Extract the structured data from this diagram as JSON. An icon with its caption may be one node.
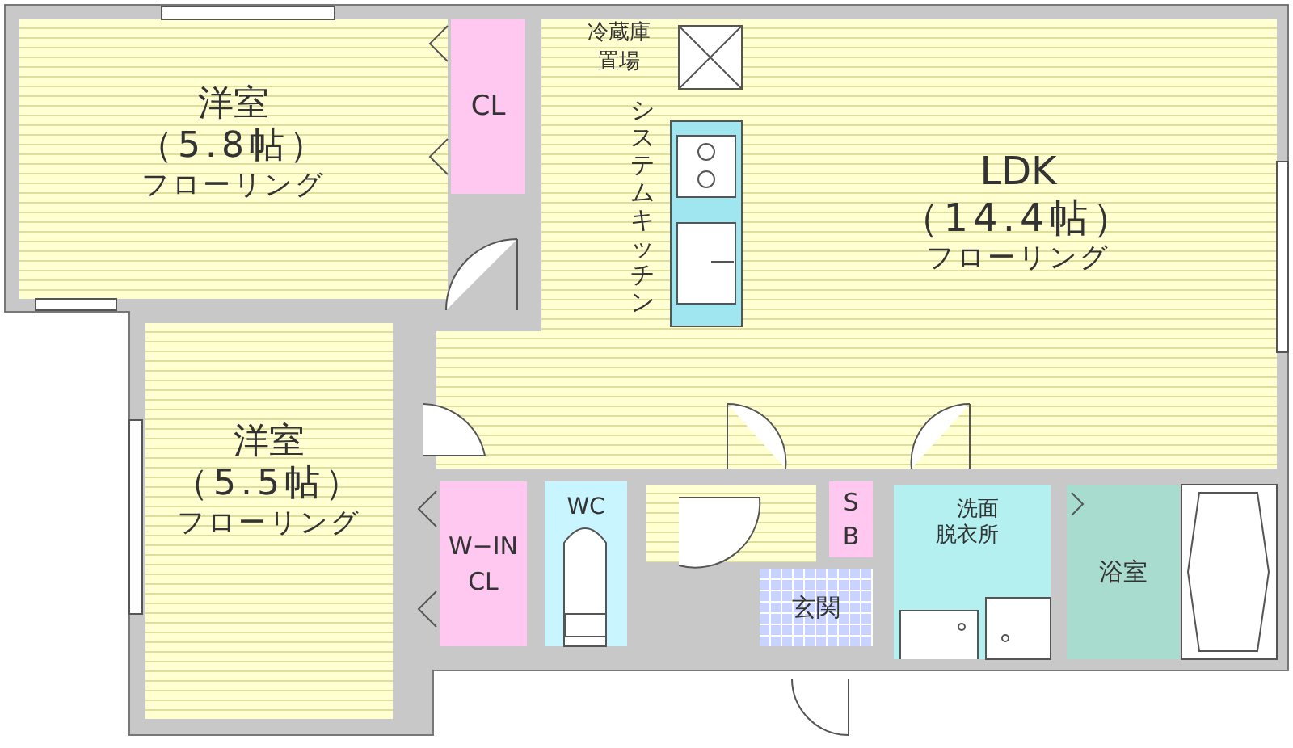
{
  "diagram": {
    "nodes": [
      {
        "text": [
          "洋室",
          "（5.8帖）",
          "フローリング"
        ]
      },
      {
        "text": [
          "CL"
        ]
      },
      {
        "text": [
          "LDK",
          "（14.4帖）",
          "フローリング"
        ]
      },
      {
        "text": [
          "洋室",
          "（5.5帖）",
          "フローリング"
        ]
      },
      {
        "text": [
          "W−IN CL"
        ]
      },
      {
        "text": [
          "WC"
        ]
      },
      {
        "text": [
          "SB"
        ]
      },
      {
        "text": [
          "玄関"
        ]
      },
      {
        "text": [
          "洗面脱衣所"
        ]
      },
      {
        "text": [
          "浴室"
        ]
      }
    ],
    "labels": [
      "冷蔵庫置場",
      "システムキッチン"
    ]
  }
}
